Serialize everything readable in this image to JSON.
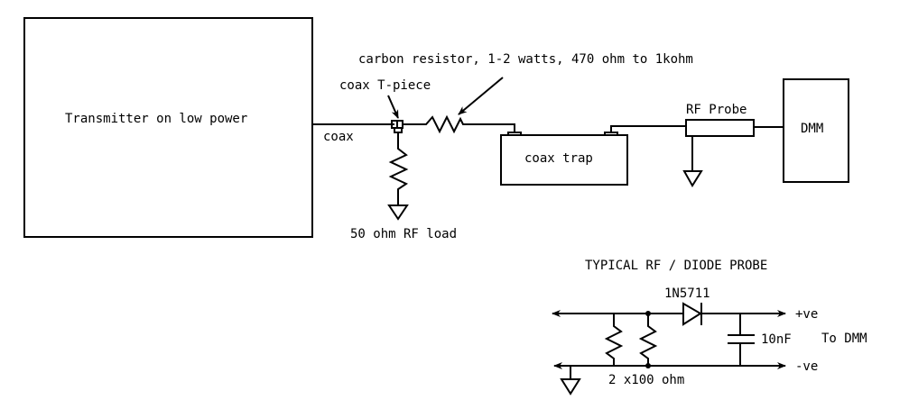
{
  "labels": {
    "transmitter": "Transmitter on low power",
    "coax": "coax",
    "t_piece": "coax T-piece",
    "carbon_resistor": "carbon resistor, 1-2 watts, 470 ohm to 1kohm",
    "load": "50 ohm RF load",
    "coax_trap": "coax trap",
    "rf_probe": "RF Probe",
    "dmm": "DMM"
  },
  "probe_circuit": {
    "title": "TYPICAL RF / DIODE PROBE",
    "diode": "1N5711",
    "capacitor": "10nF",
    "resistors": "2 x100 ohm",
    "positive": "+ve",
    "negative": "-ve",
    "to_dmm": "To DMM"
  },
  "colors": {
    "ink": "#000000",
    "background": "#ffffff"
  }
}
